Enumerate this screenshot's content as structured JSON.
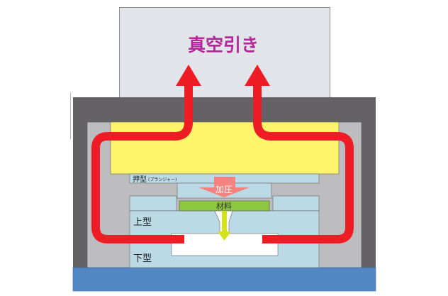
{
  "title": "真空引き",
  "labels": {
    "plunger": "押型",
    "plunger_note": "(プランジャー)",
    "pressure": "加圧",
    "material": "材料",
    "upper_die": "上型",
    "lower_die": "下型"
  },
  "colors": {
    "title": "#b5279a",
    "vacuum_flow": "#ee1c25",
    "chamber_frame": "#646264",
    "chamber_inner": "#bdbdbf",
    "heater": "#fff46a",
    "die": "#bcd9e6",
    "material": "#8dc63f",
    "base": "#5287c6",
    "vacuum_box": "#e1e5ea"
  }
}
